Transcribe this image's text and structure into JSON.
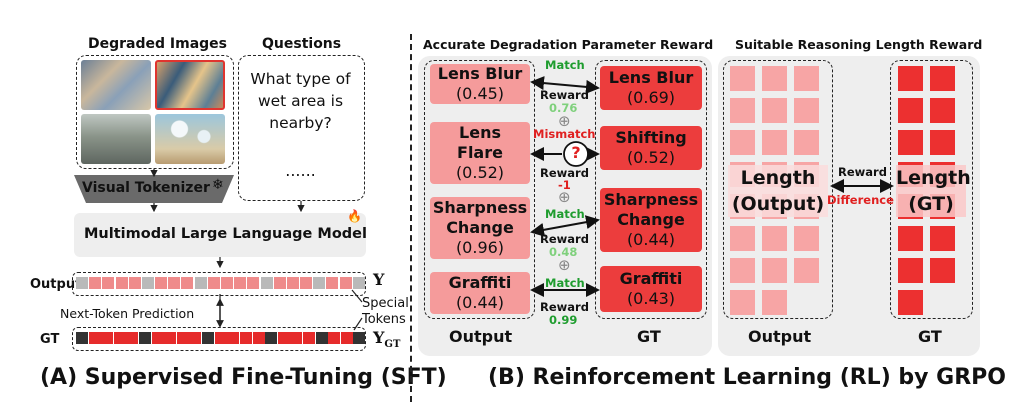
{
  "sft": {
    "degraded_images_title": "Degraded Images",
    "questions_title": "Questions",
    "question_text": "What type of wet area is nearby?",
    "question_more": "......",
    "visual_tokenizer": "Visual Tokenizer",
    "snowflake_glyph": "❄",
    "mllm": "Multimodal Large Language Model",
    "fire_glyph": "🔥",
    "output_label": "Output",
    "gt_label": "GT",
    "y_symbol": "Y",
    "ygt_symbol": "Y",
    "ygt_subscript": "GT",
    "ntp_label": "Next-Token Prediction",
    "special_tokens_label_1": "Special",
    "special_tokens_label_2": "Tokens",
    "caption": "(A) Supervised Fine-Tuning (SFT)",
    "output_tokens": [
      "gray",
      "lred",
      "lred",
      "lred",
      "lred",
      "gray",
      "lred",
      "lred",
      "lred",
      "gray",
      "lred",
      "lred",
      "lred",
      "lred",
      "gray",
      "lred",
      "lred",
      "lred",
      "gray",
      "lred",
      "lred",
      "gray"
    ],
    "gt_tokens": [
      "black",
      "red",
      "red",
      "red",
      "red",
      "black",
      "red",
      "red",
      "red",
      "red",
      "black",
      "red",
      "red",
      "red",
      "red",
      "black",
      "red",
      "red",
      "red",
      "black",
      "red",
      "red",
      "black"
    ]
  },
  "rl": {
    "accuracy_title": "Accurate Degradation Parameter Reward",
    "length_title": "Suitable Reasoning Length Reward",
    "output_label": "Output",
    "gt_label": "GT",
    "output_items": [
      {
        "name": "Lens Blur",
        "value": "(0.45)"
      },
      {
        "name": "Lens Flare",
        "value": "(0.52)"
      },
      {
        "name": "Sharpness Change",
        "value": "(0.96)"
      },
      {
        "name": "Graffiti",
        "value": "(0.44)"
      }
    ],
    "gt_items": [
      {
        "name": "Lens Blur",
        "value": "(0.69)"
      },
      {
        "name": "Shifting",
        "value": "(0.52)"
      },
      {
        "name": "Sharpness Change",
        "value": "(0.44)"
      },
      {
        "name": "Graffiti",
        "value": "(0.43)"
      }
    ],
    "match_label": "Match",
    "mismatch_label": "Mismatch",
    "reward_label": "Reward",
    "rewards": [
      "0.76",
      "-1",
      "0.48",
      "0.99"
    ],
    "question_glyph": "?",
    "oplus_glyph": "⊕",
    "length_output_line1": "Length",
    "length_output_line2": "(Output)",
    "length_gt_line1": "Length",
    "length_gt_line2": "(GT)",
    "length_reward_label": "Reward",
    "length_difference_label": "Difference",
    "caption": "(B) Reinforcement Learning (RL) by GRPO"
  },
  "colors": {
    "output_card": "#f59b9b",
    "gt_card": "#ec3d3d",
    "match_green": "#1f9d2f",
    "reward_light_green": "#7fd07c",
    "mismatch_red": "#e02020",
    "panel_gray": "#eeeeee"
  }
}
